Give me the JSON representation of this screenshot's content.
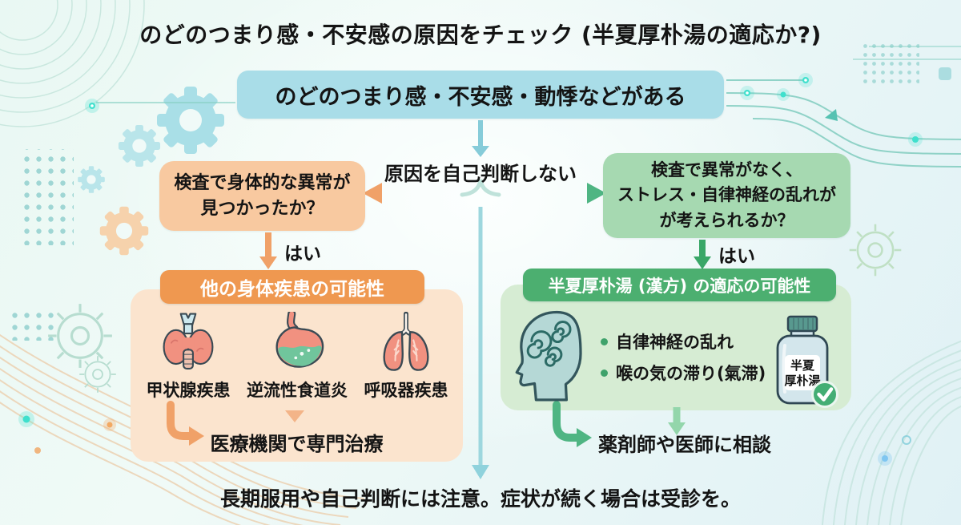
{
  "title": "のどのつまり感・不安感の原因をチェック (半夏厚朴湯の適応か?)",
  "flow": {
    "start": "のどのつまり感・不安感・動悸などがある",
    "no_self_judgement": "原因を自己判断しない",
    "footer": "長期服用や自己判断には注意。症状が続く場合は受診を。"
  },
  "left": {
    "question_line1": "検査で身体的な異常が",
    "question_line2": "見つかったか？",
    "yes": "はい",
    "header": "他の身体疾患の可能性",
    "diseases": [
      {
        "label": "甲状腺疾患",
        "icon": "thyroid-icon"
      },
      {
        "label": "逆流性食道炎",
        "icon": "stomach-icon"
      },
      {
        "label": "呼吸器疾患",
        "icon": "lungs-icon"
      }
    ],
    "action": "医療機関で専門治療"
  },
  "right": {
    "question_line1": "検査で異常がなく、",
    "question_line2": "ストレス・自律神経の乱れが",
    "question_line3": "が考えられるか？",
    "yes": "はい",
    "header": "半夏厚朴湯 (漢方) の適応の可能性",
    "bullet1": "自律神経の乱れ",
    "bullet2": "喉の気の滞り(氣滞)",
    "bottle_line1": "半夏",
    "bottle_line2": "厚朴湯",
    "action": "薬剤師や医師に相談"
  },
  "colors": {
    "start_box_blue": "#a9dde8",
    "question_orange": "#f8c9a0",
    "question_green": "#a6d9b1",
    "header_orange": "#ef9850",
    "header_green": "#4caf70",
    "panel_orange": "#fbe4ce",
    "panel_green": "#d6ecd3",
    "arrow_blue": "#86ccd9",
    "arrow_orange": "#f0a168",
    "arrow_green": "#3aa768",
    "check_green": "#43ae74"
  },
  "icons": {
    "left_panel": [
      "thyroid-icon",
      "stomach-icon",
      "lungs-icon"
    ],
    "right_panel": [
      "head-icon",
      "medicine-bottle-icon",
      "checkmark-icon"
    ]
  }
}
